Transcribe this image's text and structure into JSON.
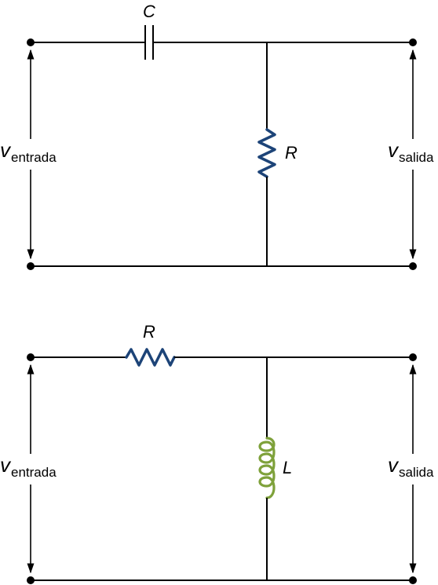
{
  "colors": {
    "wire": "#000000",
    "resistor": "#1d4478",
    "inductor": "#7ea13a"
  },
  "circuit_top": {
    "capacitor_label": "C",
    "resistor_label": "R",
    "input_symbol": "v",
    "input_subscript": "entrada",
    "output_symbol": "v",
    "output_subscript": "salida"
  },
  "circuit_bottom": {
    "resistor_label": "R",
    "inductor_label": "L",
    "input_symbol": "v",
    "input_subscript": "entrada",
    "output_symbol": "v",
    "output_subscript": "salida"
  }
}
